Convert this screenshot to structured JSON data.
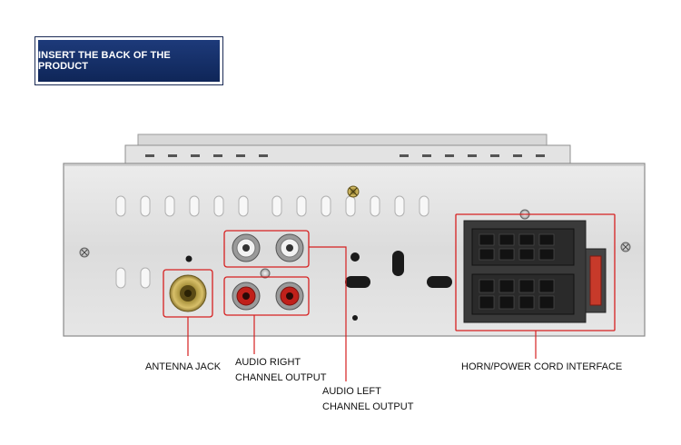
{
  "banner": {
    "title": "INSERT THE BACK OF THE PRODUCT",
    "color": "#1d3a7a"
  },
  "callouts": {
    "antenna": "ANTENNA JACK",
    "audio_right": [
      "AUDIO RIGHT",
      "CHANNEL OUTPUT"
    ],
    "audio_left": [
      "AUDIO LEFT",
      "CHANNEL OUTPUT"
    ],
    "horn_power": "HORN/POWER CORD INTERFACE"
  },
  "colors": {
    "highlight": "#d62020",
    "rca_red": "#c0201a",
    "connector": "#3a3a3a"
  }
}
